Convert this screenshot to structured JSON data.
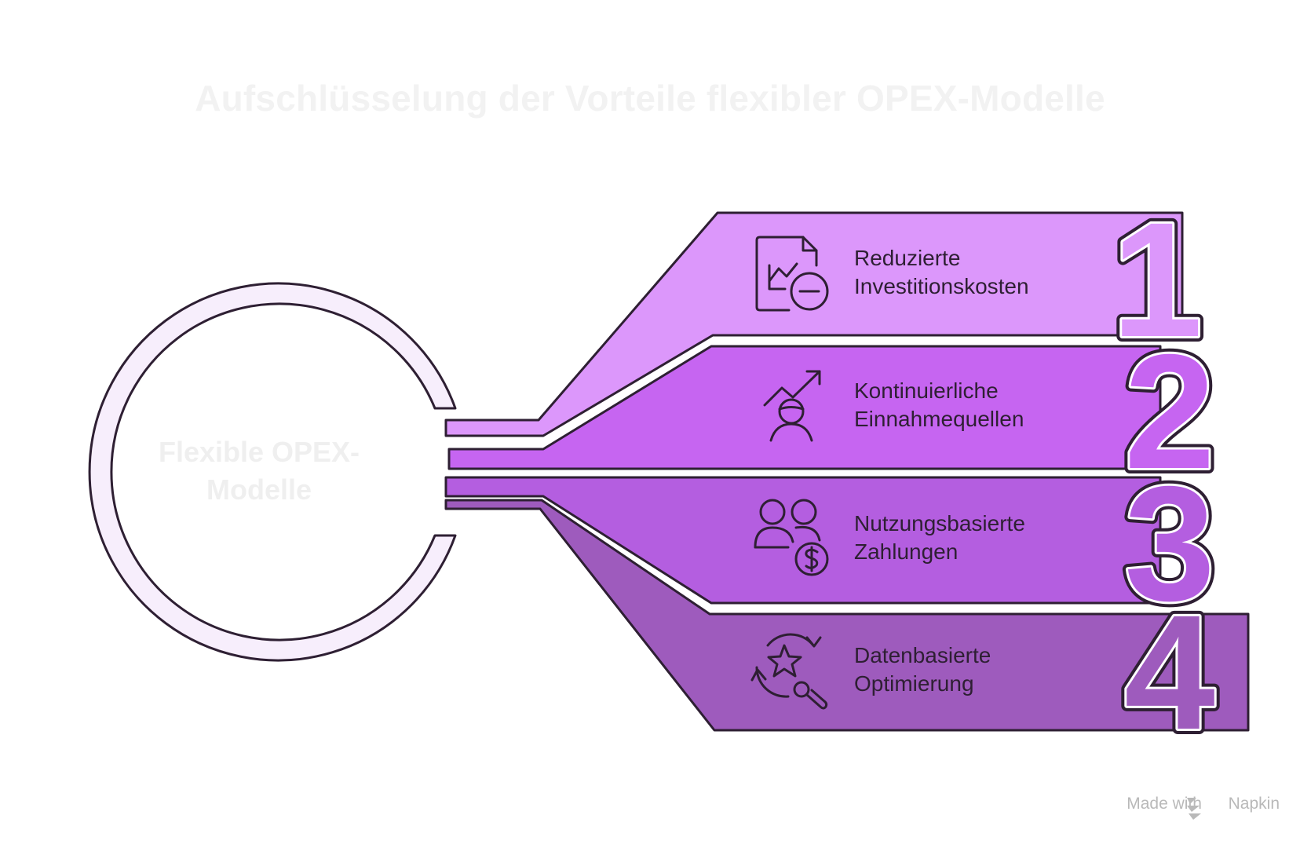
{
  "title": "Aufschlüsselung der Vorteile flexibler OPEX-Modelle",
  "center": {
    "line1": "Flexible OPEX-",
    "line2": "Modelle",
    "ring_color": "#f7eefc"
  },
  "items": [
    {
      "number": "1",
      "line1": "Reduzierte",
      "line2": "Investitionskosten",
      "icon": "chart-document-minus-icon",
      "color": "#dc97fb"
    },
    {
      "number": "2",
      "line1": "Kontinuierliche",
      "line2": "Einnahmequellen",
      "icon": "person-growth-arrow-icon",
      "color": "#c665f1"
    },
    {
      "number": "3",
      "line1": "Nutzungsbasierte",
      "line2": "Zahlungen",
      "icon": "users-dollar-icon",
      "color": "#b45ee0"
    },
    {
      "number": "4",
      "line1": "Datenbasierte",
      "line2": "Optimierung",
      "icon": "star-magnifier-cycle-icon",
      "color": "#9e5bbd"
    }
  ],
  "outline_color": "#2e1f33",
  "watermark": {
    "prefix": "Made with",
    "brand": "Napkin",
    "color": "#b9b9b9"
  }
}
